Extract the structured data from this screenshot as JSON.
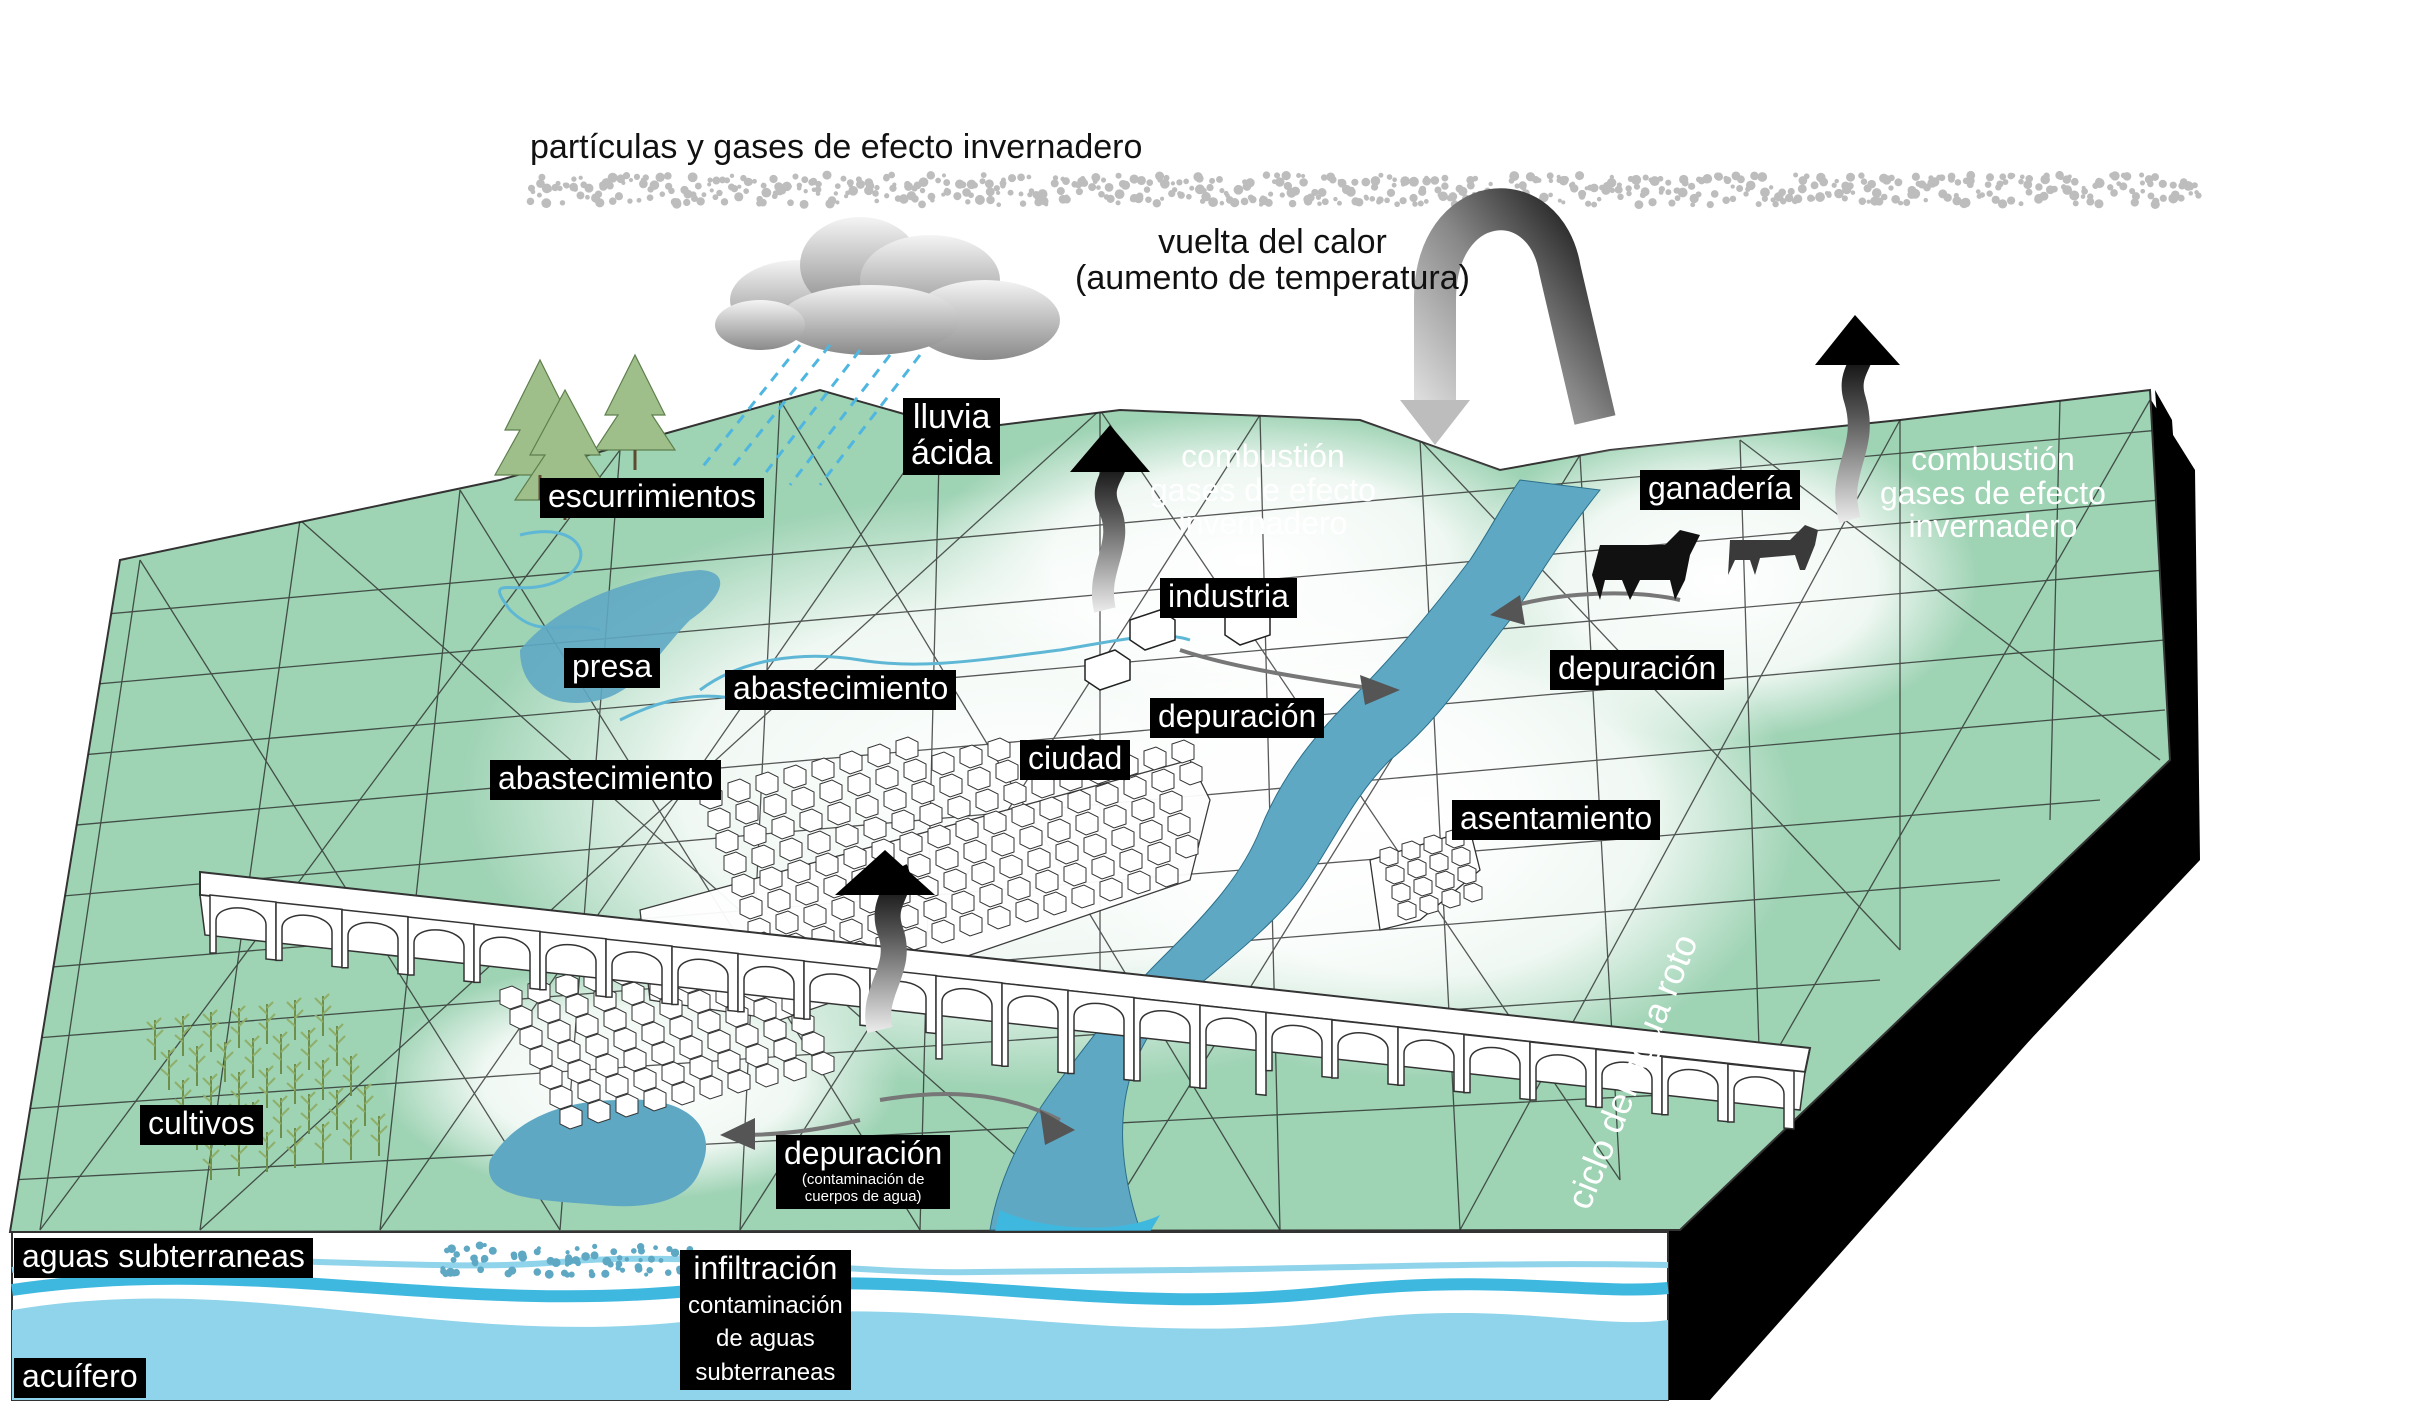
{
  "labels": {
    "particles": "partículas y gases de efecto invernadero",
    "heat_return_1": "vuelta del calor",
    "heat_return_2": "(aumento de temperatura)",
    "acid_rain_1": "lluvia",
    "acid_rain_2": "ácida",
    "runoff": "escurrimientos",
    "combustion_1": "combustión",
    "combustion_2": "gases de efecto",
    "combustion_3": "invernadero",
    "livestock": "ganadería",
    "industry": "industria",
    "dam": "presa",
    "supply": "abastecimiento",
    "treatment": "depuración",
    "city": "ciudad",
    "settlement": "asentamiento",
    "crops": "cultivos",
    "treatment_note_1": "(contaminación de",
    "treatment_note_2": "cuerpos de agua)",
    "groundwater": "aguas subterraneas",
    "infiltration": "infiltración",
    "infiltration_note_1": "contaminación",
    "infiltration_note_2": "de aguas",
    "infiltration_note_3": "subterraneas",
    "aquifer": "acuífero",
    "broken_cycle": "ciclo del agua roto"
  },
  "colors": {
    "terrain": "#9ed3b4",
    "water": "#5fa8c4",
    "groundwater": "#3fb8e0",
    "aquifer": "#8fd4ea",
    "cliff": "#000000",
    "label_bg": "#000000"
  }
}
